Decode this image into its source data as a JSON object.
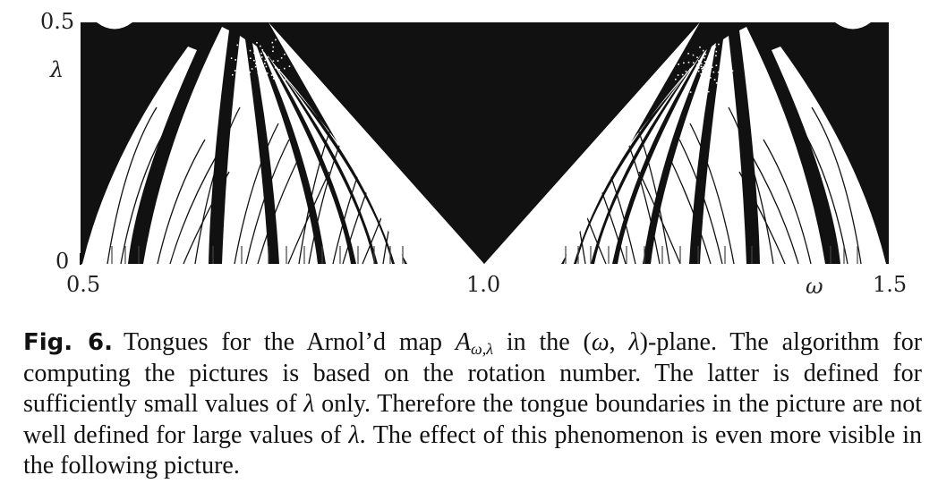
{
  "figure": {
    "y_axis": {
      "tick_top": "0.5",
      "tick_bottom": "0",
      "variable": "λ"
    },
    "x_axis": {
      "tick_left": "0.5",
      "tick_middle": "1.0",
      "tick_right": "1.5",
      "variable": "ω"
    },
    "colors": {
      "locked_region": "#111111",
      "background": "#ffffff"
    }
  },
  "caption": {
    "label": "Fig. 6.",
    "text_1": "Tongues for the Arnol’d map ",
    "map_symbol": "A",
    "map_subscript": "ω,λ",
    "text_2": " in the (",
    "omega": "ω",
    "comma": ", ",
    "lambda_1": "λ",
    "text_3": ")-plane. The algorithm for computing the pictures is based on the rotation number. The latter is defined for sufficiently small values of ",
    "lambda_2": "λ",
    "text_4": " only. Therefore the tongue boundaries in the picture are not well defined for large values of ",
    "lambda_3": "λ",
    "text_5": ". The effect of this phenomenon is even more visible in the following picture."
  }
}
